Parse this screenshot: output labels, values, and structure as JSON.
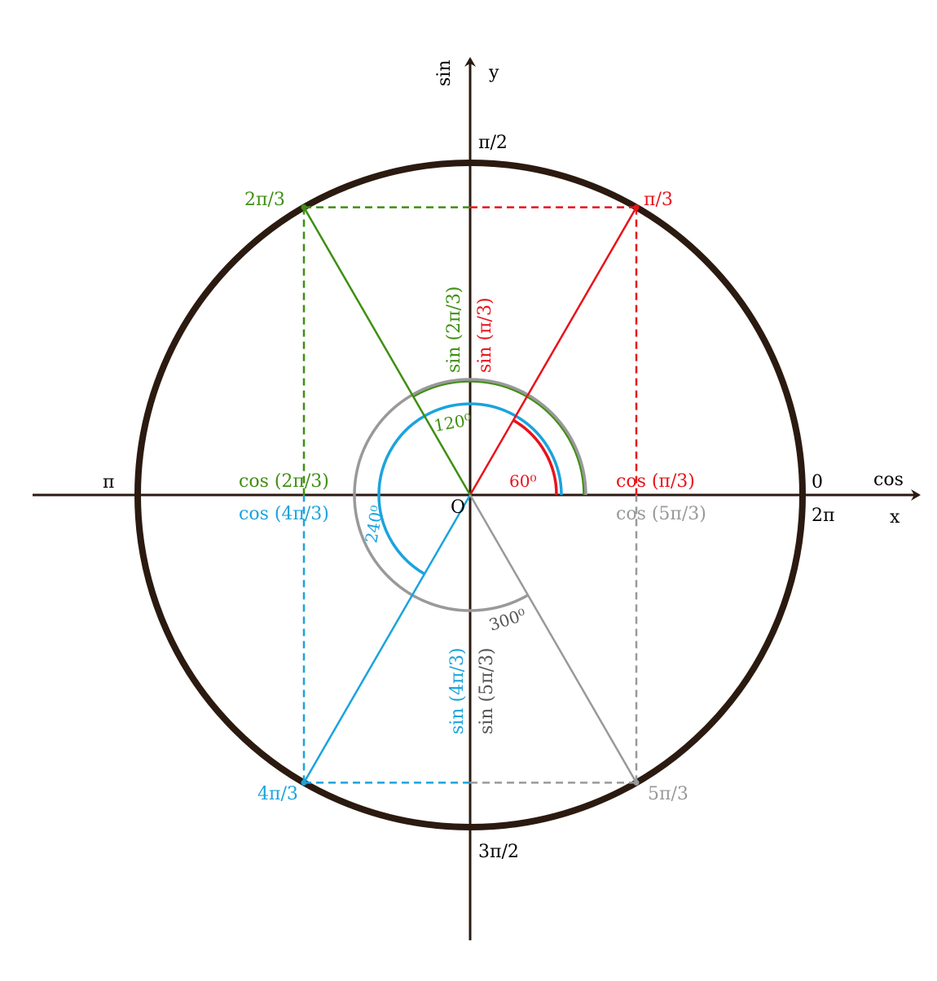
{
  "colors": {
    "axis": "#2b1a10",
    "circle": "#2b1a10",
    "red": "#e8131b",
    "green": "#3e8f12",
    "blue": "#1aa3de",
    "gray": "#999999"
  },
  "axes": {
    "x_letter": "x",
    "y_letter": "y",
    "cos_axis": "cos",
    "sin_axis": "sin",
    "origin": "O"
  },
  "quadrants": {
    "zero": "0",
    "two_pi": "2π",
    "pi": "π",
    "pi_half": "π/2",
    "three_pi_half": "3π/2"
  },
  "points": [
    {
      "key": "p60",
      "label": "π/3",
      "angle_deg": 60,
      "color": "red",
      "sin_label": "sin (π/3)",
      "cos_label": "cos (π/3)",
      "angle_label": "60⁰"
    },
    {
      "key": "p120",
      "label": "2π/3",
      "angle_deg": 120,
      "color": "green",
      "sin_label": "sin (2π/3)",
      "cos_label": "cos (2π/3)",
      "angle_label": "120⁰"
    },
    {
      "key": "p240",
      "label": "4π/3",
      "angle_deg": 240,
      "color": "blue",
      "sin_label": "sin (4π/3)",
      "cos_label": "cos (4π/3)",
      "angle_label": "240⁰"
    },
    {
      "key": "p300",
      "label": "5π/3",
      "angle_deg": 300,
      "color": "gray",
      "sin_label": "sin (5π/3)",
      "cos_label": "cos (5π/3)",
      "angle_label": "300⁰"
    }
  ]
}
